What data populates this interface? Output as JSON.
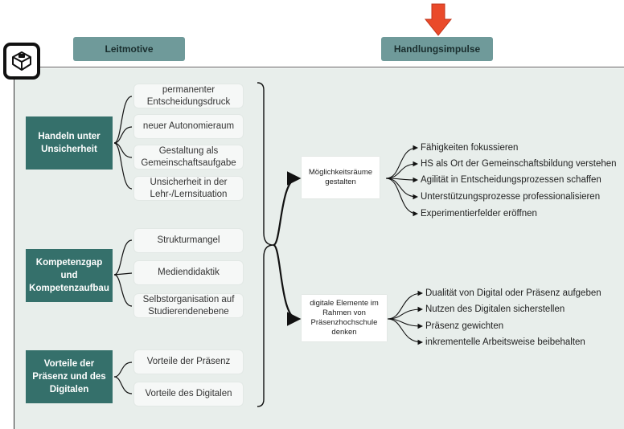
{
  "headers": {
    "left": "Leitmotive",
    "right": "Handlungsimpulse"
  },
  "icons": {
    "logo": "cube-icon",
    "marker": "arrow-down-icon",
    "marker_color": "#ea4a2a"
  },
  "colors": {
    "header_bg": "#6f9a9a",
    "category_bg": "#35706b",
    "panel_bg": "#e8eeeb"
  },
  "categories": [
    {
      "label": "Handeln unter Unsicherheit",
      "items": [
        "permanenter Entscheidungsdruck",
        "neuer Autonomieraum",
        "Gestaltung als Gemeinschaftsaufgabe",
        "Unsicherheit in der Lehr-/Lernsituation"
      ]
    },
    {
      "label": "Kompetenzgap und Kompetenzaufbau",
      "items": [
        "Strukturmangel",
        "Mediendidaktik",
        "Selbstorganisation auf Studierendenebene"
      ]
    },
    {
      "label": "Vorteile der Präsenz und des Digitalen",
      "items": [
        "Vorteile der Präsenz",
        "Vorteile des Digitalen"
      ]
    }
  ],
  "actions": [
    {
      "label": "Möglichkeitsräume gestalten",
      "impulses": [
        "Fähigkeiten fokussieren",
        "HS als Ort der Gemeinschaftsbildung verstehen",
        "Agilität in Entscheidungsprozessen schaffen",
        "Unterstützungsprozesse professionalisieren",
        "Experimentierfelder eröffnen"
      ]
    },
    {
      "label": "digitale Elemente im Rahmen von Präsenzhochschule denken",
      "impulses": [
        "Dualität von Digital oder Präsenz aufgeben",
        "Nutzen des Digitalen sicherstellen",
        "Präsenz gewichten",
        "inkrementelle Arbeitsweise beibehalten"
      ]
    }
  ]
}
